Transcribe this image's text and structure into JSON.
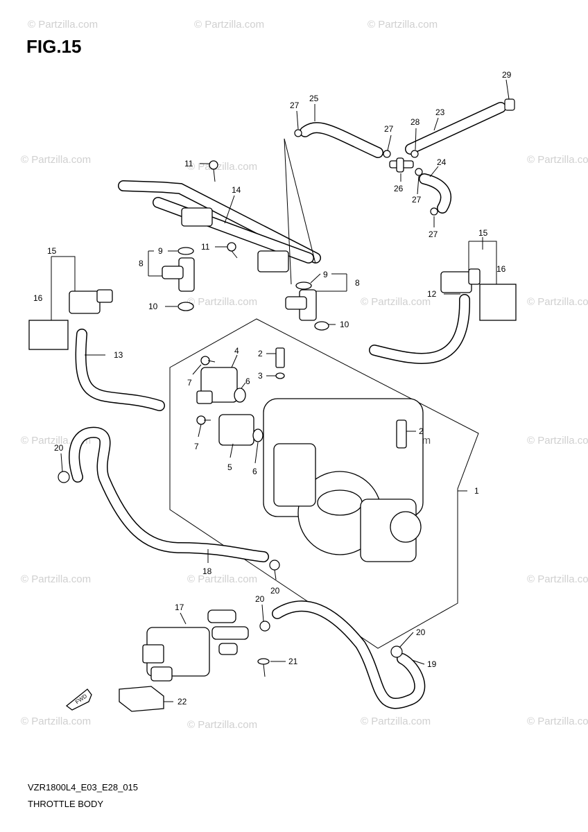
{
  "figure": {
    "title": "FIG.15",
    "diagram_code": "VZR1800L4_E03_E28_015",
    "diagram_name": "THROTTLE BODY"
  },
  "watermark": "© Partzilla.com",
  "fwd_label": "FWD",
  "callouts": [
    {
      "id": "c29",
      "label": "29"
    },
    {
      "id": "c27a",
      "label": "27"
    },
    {
      "id": "c25",
      "label": "25"
    },
    {
      "id": "c27b",
      "label": "27"
    },
    {
      "id": "c28",
      "label": "28"
    },
    {
      "id": "c23",
      "label": "23"
    },
    {
      "id": "c24",
      "label": "24"
    },
    {
      "id": "c26",
      "label": "26"
    },
    {
      "id": "c27c",
      "label": "27"
    },
    {
      "id": "c27d",
      "label": "27"
    },
    {
      "id": "c11a",
      "label": "11"
    },
    {
      "id": "c14",
      "label": "14"
    },
    {
      "id": "c11b",
      "label": "11"
    },
    {
      "id": "c9a",
      "label": "9"
    },
    {
      "id": "c8a",
      "label": "8"
    },
    {
      "id": "c10a",
      "label": "10"
    },
    {
      "id": "c9b",
      "label": "9"
    },
    {
      "id": "c8b",
      "label": "8"
    },
    {
      "id": "c10b",
      "label": "10"
    },
    {
      "id": "c15a",
      "label": "15"
    },
    {
      "id": "c16a",
      "label": "16"
    },
    {
      "id": "c13",
      "label": "13"
    },
    {
      "id": "c15b",
      "label": "15"
    },
    {
      "id": "c16b",
      "label": "16"
    },
    {
      "id": "c12",
      "label": "12"
    },
    {
      "id": "c2a",
      "label": "2"
    },
    {
      "id": "c3",
      "label": "3"
    },
    {
      "id": "c4",
      "label": "4"
    },
    {
      "id": "c6a",
      "label": "6"
    },
    {
      "id": "c7a",
      "label": "7"
    },
    {
      "id": "c7b",
      "label": "7"
    },
    {
      "id": "c5",
      "label": "5"
    },
    {
      "id": "c6b",
      "label": "6"
    },
    {
      "id": "c2b",
      "label": "2"
    },
    {
      "id": "c1",
      "label": "1"
    },
    {
      "id": "c20a",
      "label": "20"
    },
    {
      "id": "c18",
      "label": "18"
    },
    {
      "id": "c20b",
      "label": "20"
    },
    {
      "id": "c20c",
      "label": "20"
    },
    {
      "id": "c17",
      "label": "17"
    },
    {
      "id": "c21",
      "label": "21"
    },
    {
      "id": "c20d",
      "label": "20"
    },
    {
      "id": "c19",
      "label": "19"
    },
    {
      "id": "c22",
      "label": "22"
    }
  ]
}
